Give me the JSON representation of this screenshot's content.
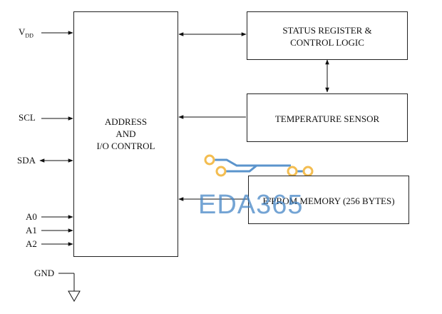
{
  "blocks": {
    "address_io": {
      "line1": "ADDRESS",
      "line2": "AND",
      "line3": "I/O CONTROL"
    },
    "status_register": {
      "line1": "STATUS REGISTER &",
      "line2": "CONTROL LOGIC"
    },
    "temperature_sensor": {
      "label": "TEMPERATURE SENSOR"
    },
    "eeprom": {
      "label": "E²PROM MEMORY (256 BYTES)"
    }
  },
  "pins": {
    "vdd": {
      "main": "V",
      "sub": "DD"
    },
    "scl": "SCL",
    "sda": "SDA",
    "a0": "A0",
    "a1": "A1",
    "a2": "A2",
    "gnd": "GND"
  },
  "watermark": {
    "text": "EDA365",
    "color": "#3f82c4",
    "accent": "#f2b233"
  }
}
